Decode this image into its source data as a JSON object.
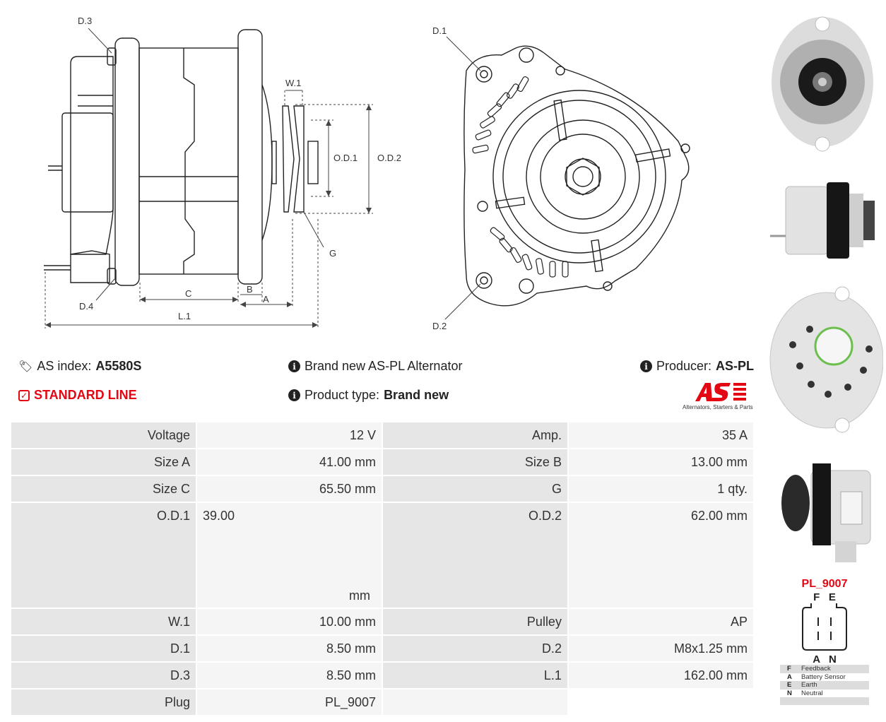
{
  "drawing_labels": {
    "d3": "D.3",
    "d4": "D.4",
    "w1": "W.1",
    "od1": "O.D.1",
    "od2": "O.D.2",
    "g": "G",
    "b": "B",
    "c": "C",
    "a": "A",
    "l1": "L.1",
    "d1": "D.1",
    "d2": "D.2"
  },
  "info": {
    "as_index_label": "AS index:",
    "as_index_value": "A5580S",
    "brand_text": "Brand new AS-PL Alternator",
    "producer_label": "Producer:",
    "producer_value": "AS-PL",
    "standard_line": "STANDARD LINE",
    "product_type_label": "Product type:",
    "product_type_value": "Brand new",
    "logo_tagline": "Alternators, Starters & Parts"
  },
  "specs": {
    "voltage_label": "Voltage",
    "voltage_value": "12 V",
    "amp_label": "Amp.",
    "amp_value": "35 A",
    "size_a_label": "Size A",
    "size_a_value": "41.00 mm",
    "size_b_label": "Size B",
    "size_b_value": "13.00 mm",
    "size_c_label": "Size C",
    "size_c_value": "65.50 mm",
    "g_label": "G",
    "g_value": "1 qty.",
    "od1_label": "O.D.1",
    "od1_value": "39.00",
    "od1_unit": "mm",
    "od2_label": "O.D.2",
    "od2_value": "62.00 mm",
    "w1_label": "W.1",
    "w1_value": "10.00 mm",
    "pulley_label": "Pulley",
    "pulley_value": "AP",
    "d1_label": "D.1",
    "d1_value": "8.50 mm",
    "d2_label": "D.2",
    "d2_value": "M8x1.25 mm",
    "d3_label": "D.3",
    "d3_value": "8.50 mm",
    "l1_label": "L.1",
    "l1_value": "162.00 mm",
    "plug_label": "Plug",
    "plug_value": "PL_9007"
  },
  "plug": {
    "title": "PL_9007",
    "top_pins": "F   E",
    "bottom_pins": "A   N",
    "legend": [
      {
        "key": "F",
        "value": "Feedback"
      },
      {
        "key": "A",
        "value": "Battery Sensor"
      },
      {
        "key": "E",
        "value": "Earth"
      },
      {
        "key": "N",
        "value": "Neutral"
      }
    ]
  },
  "colors": {
    "accent_red": "#e30613",
    "table_key_bg": "#e6e6e6",
    "table_val_bg": "#f5f5f5"
  }
}
